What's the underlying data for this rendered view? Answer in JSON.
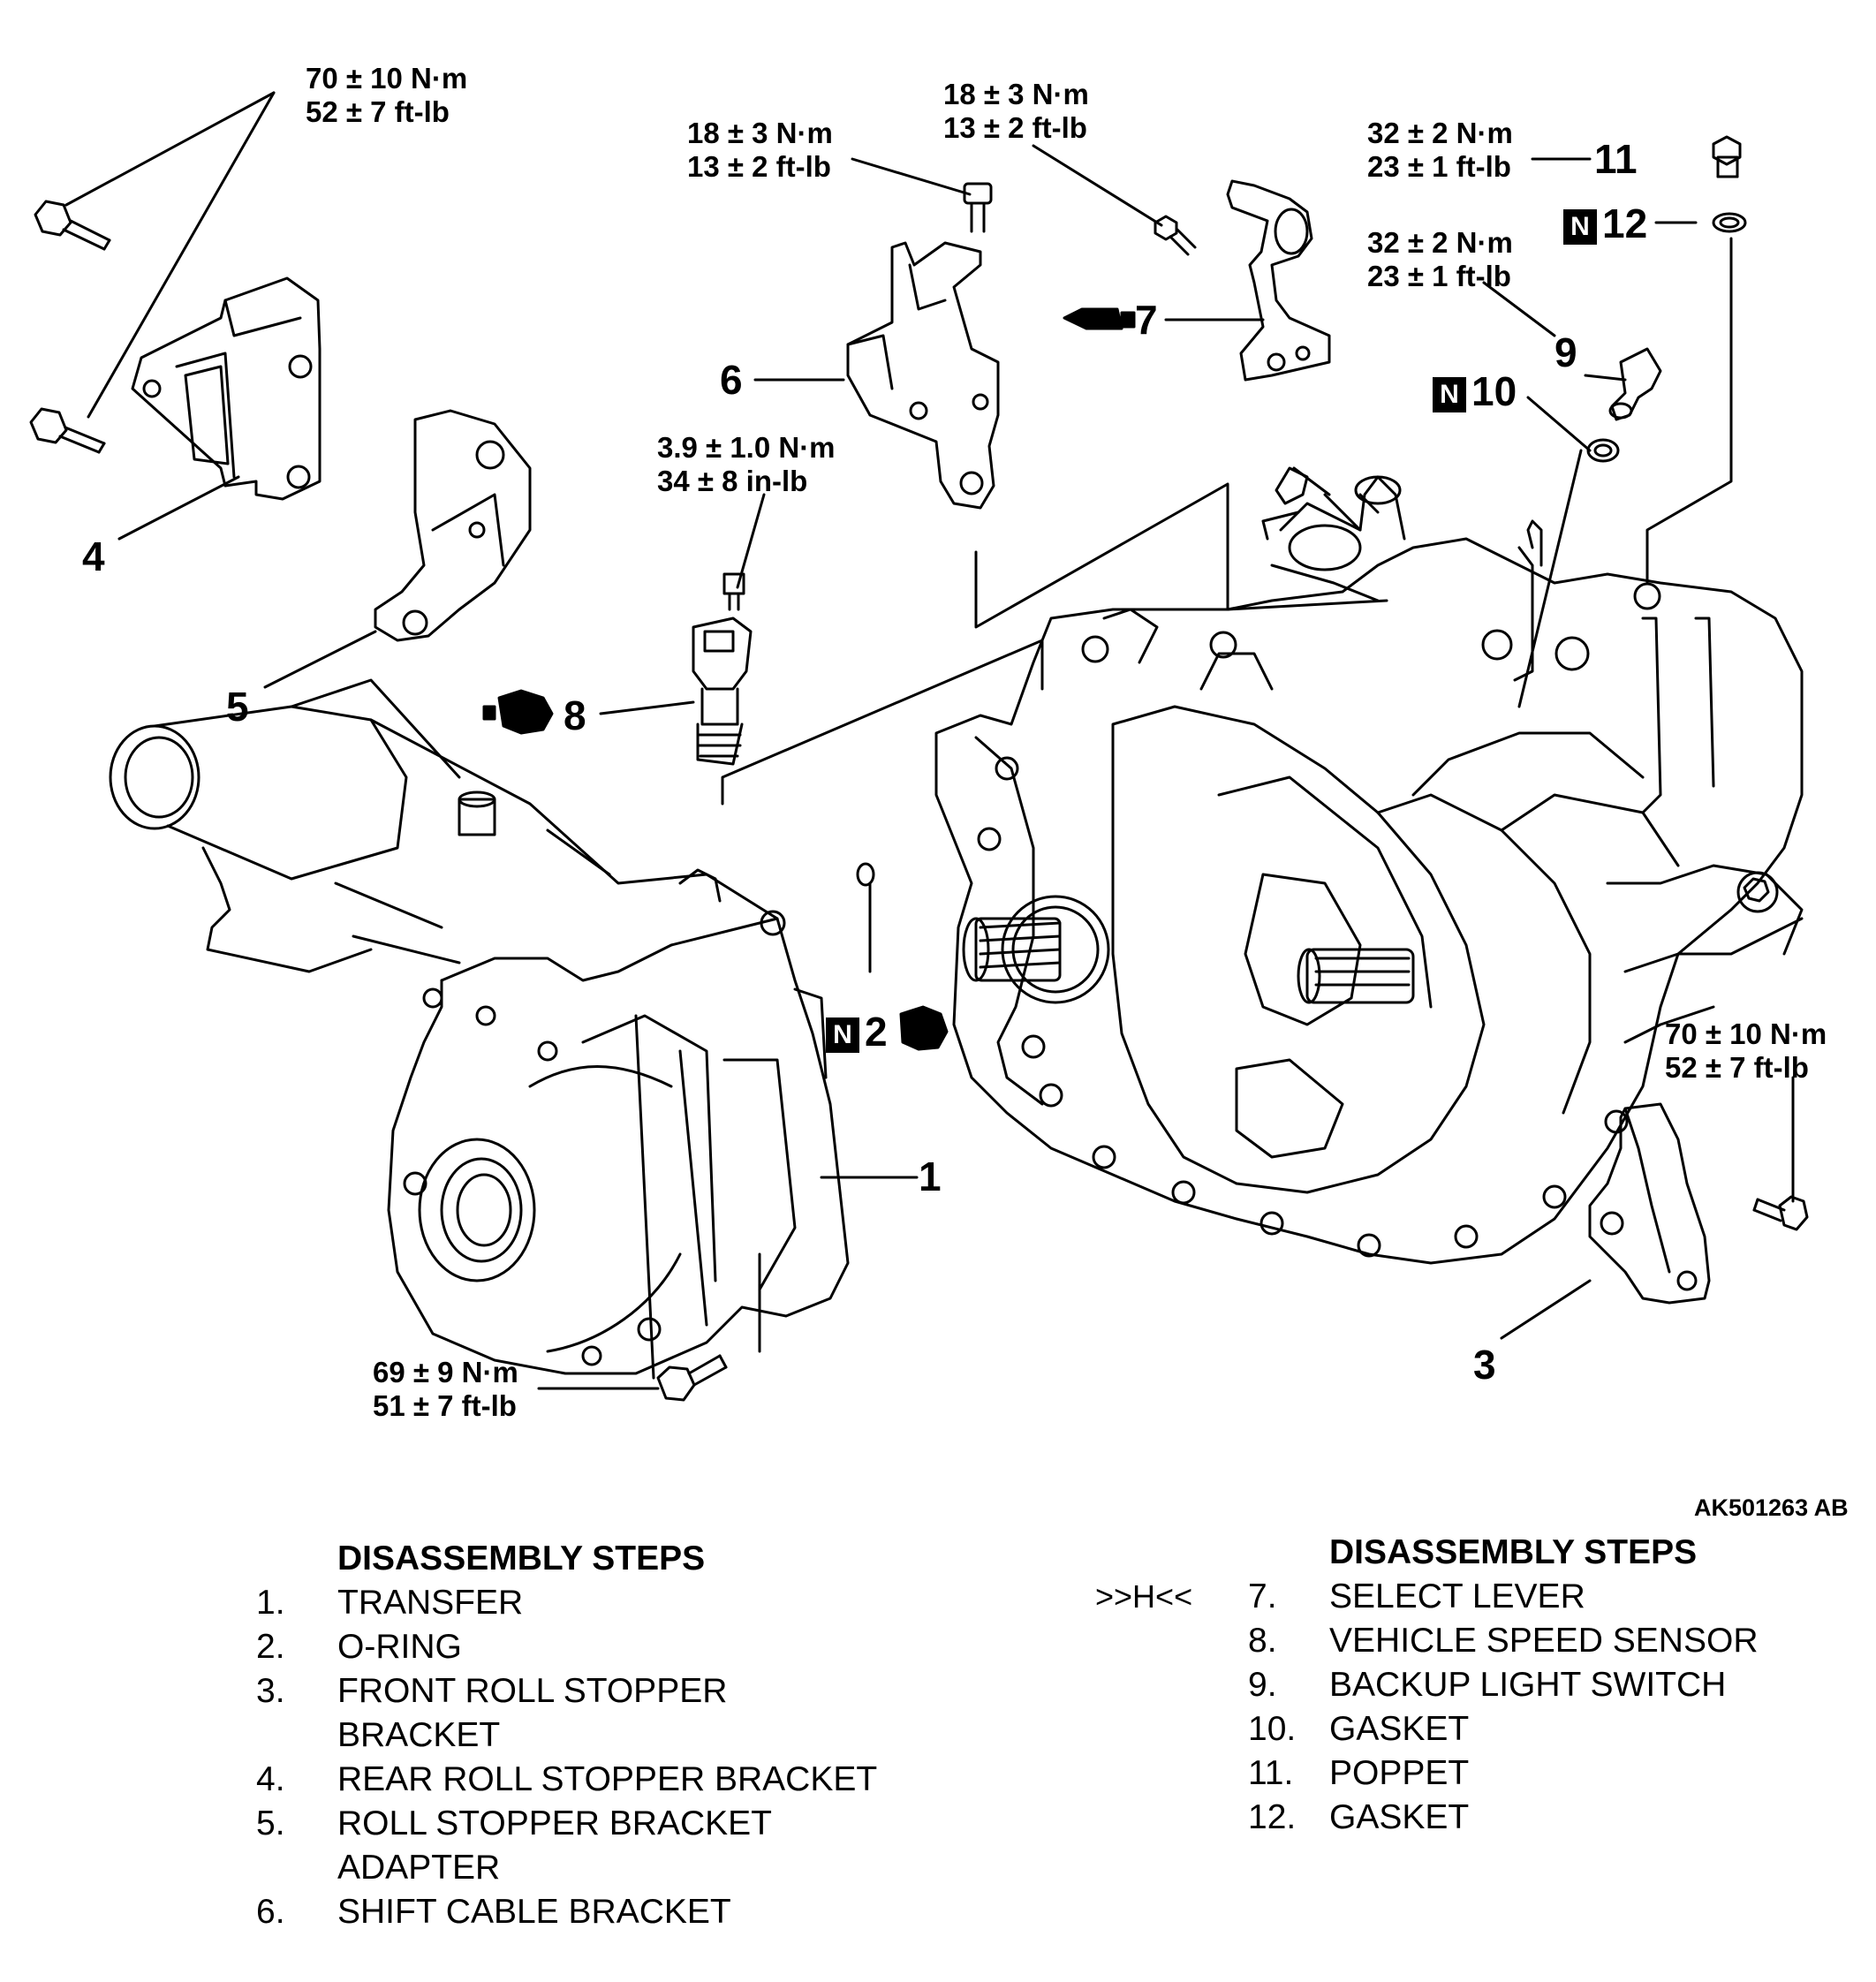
{
  "torques": {
    "rear_bracket_bolts": [
      "70 ± 10 N·m",
      "52 ± 7 ft-lb"
    ],
    "bracket6_bolt": [
      "18 ± 3 N·m",
      "13 ± 2 ft-lb"
    ],
    "lever7_bolt": [
      "18 ± 3 N·m",
      "13 ± 2 ft-lb"
    ],
    "poppet11": [
      "32 ± 2 N·m",
      "23 ± 1 ft-lb"
    ],
    "switch9": [
      "32 ± 2 N·m",
      "23 ± 1 ft-lb"
    ],
    "sensor8_bolt": [
      "3.9 ± 1.0 N·m",
      "34 ± 8 in-lb"
    ],
    "front_bracket_bolt": [
      "70 ± 10 N·m",
      "52 ± 7 ft-lb"
    ],
    "transfer_bolt": [
      "69 ± 9 N·m",
      "51 ± 7 ft-lb"
    ]
  },
  "callouts": {
    "c1": "1",
    "c2": "2",
    "c3": "3",
    "c4": "4",
    "c5": "5",
    "c6": "6",
    "c7": "7",
    "c8": "8",
    "c9": "9",
    "c10": "10",
    "c11": "11",
    "c12": "12",
    "new_part_mark": "N"
  },
  "figure_ref": "AK501263 AB",
  "steps_left": {
    "heading": "DISASSEMBLY STEPS",
    "items": [
      {
        "n": "1.",
        "label": "TRANSFER"
      },
      {
        "n": "2.",
        "label": "O-RING"
      },
      {
        "n": "3.",
        "label": "FRONT ROLL STOPPER"
      },
      {
        "n": "",
        "label": "BRACKET"
      },
      {
        "n": "4.",
        "label": "REAR ROLL STOPPER BRACKET"
      },
      {
        "n": "5.",
        "label": "ROLL STOPPER BRACKET"
      },
      {
        "n": "",
        "label": "ADAPTER"
      },
      {
        "n": "6.",
        "label": "SHIFT CABLE BRACKET"
      }
    ]
  },
  "steps_right": {
    "heading": "DISASSEMBLY STEPS",
    "marker": ">>H<<",
    "items": [
      {
        "n": "7.",
        "label": "SELECT LEVER"
      },
      {
        "n": "8.",
        "label": "VEHICLE SPEED SENSOR"
      },
      {
        "n": "9.",
        "label": "BACKUP LIGHT SWITCH"
      },
      {
        "n": "10.",
        "label": "GASKET"
      },
      {
        "n": "11.",
        "label": "POPPET"
      },
      {
        "n": "12.",
        "label": "GASKET"
      }
    ]
  }
}
